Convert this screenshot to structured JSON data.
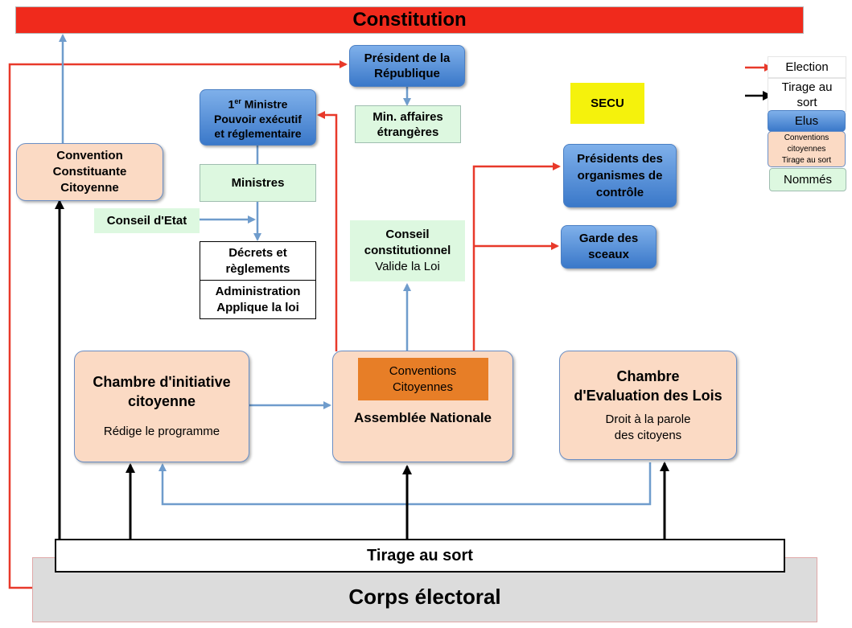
{
  "constitution": "Constitution",
  "president": [
    "Président de la",
    "République"
  ],
  "min_affaires": [
    "Min. affaires",
    "étrangères"
  ],
  "premier_ministre": {
    "num": "1",
    "sup": "er",
    "rest": " Ministre",
    "line2": "Pouvoir exécutif",
    "line3": "et réglementaire"
  },
  "ministres": "Ministres",
  "conseil_etat": "Conseil d'Etat",
  "decrets": [
    "Décrets et",
    "règlements"
  ],
  "administration": [
    "Administration",
    "Applique la loi"
  ],
  "convention_constituante": [
    "Convention",
    "Constituante",
    "Citoyenne"
  ],
  "secu": "SECU",
  "presidents_organismes": [
    "Présidents des",
    "organismes de",
    "contrôle"
  ],
  "garde_sceaux": [
    "Garde des",
    "sceaux"
  ],
  "conseil_constitutionnel": {
    "title": [
      "Conseil",
      "constitutionnel"
    ],
    "sub": "Valide la Loi"
  },
  "chambre_initiative": {
    "title": [
      "Chambre d'initiative",
      "citoyenne"
    ],
    "sub": "Rédige le programme"
  },
  "assemblee": {
    "conventions": [
      "Conventions",
      "Citoyennes"
    ],
    "title": "Assemblée Nationale"
  },
  "chambre_evaluation": {
    "title": [
      "Chambre",
      "d'Evaluation des Lois"
    ],
    "sub": [
      "Droit à la parole",
      "des citoyens"
    ]
  },
  "tirage": "Tirage au sort",
  "corps": "Corps électoral",
  "legend": {
    "election": "Election",
    "tirage": [
      "Tirage au",
      "sort"
    ],
    "elus": "Elus",
    "conventions": [
      "Conventions",
      "citoyennes",
      "Tirage au sort"
    ],
    "nommes": "Nommés"
  },
  "colors": {
    "red": "#e8392a",
    "blue": "#6f9ccc",
    "black": "#000000",
    "orange": "#e77e27",
    "yellow": "#f5f20c",
    "peach": "#fbdac4",
    "green": "#ddf8e0"
  }
}
